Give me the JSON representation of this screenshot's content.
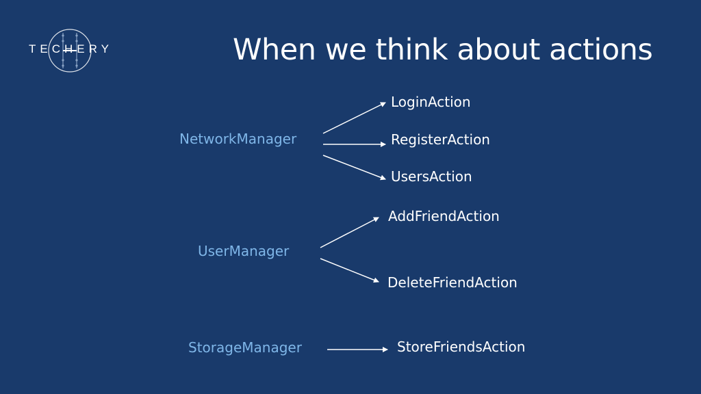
{
  "logo": {
    "text": "TECHERY"
  },
  "title": "When we think about actions",
  "managers": {
    "network": "NetworkManager",
    "user": "UserManager",
    "storage": "StorageManager"
  },
  "actions": {
    "login": "LoginAction",
    "register": "RegisterAction",
    "users": "UsersAction",
    "add_friend": "AddFriendAction",
    "delete_friend": "DeleteFriendAction",
    "store_friends": "StoreFriendsAction"
  },
  "colors": {
    "background": "#193a6b",
    "manager_text": "#7fb6e8",
    "action_text": "#ffffff",
    "arrow": "#ffffff"
  }
}
